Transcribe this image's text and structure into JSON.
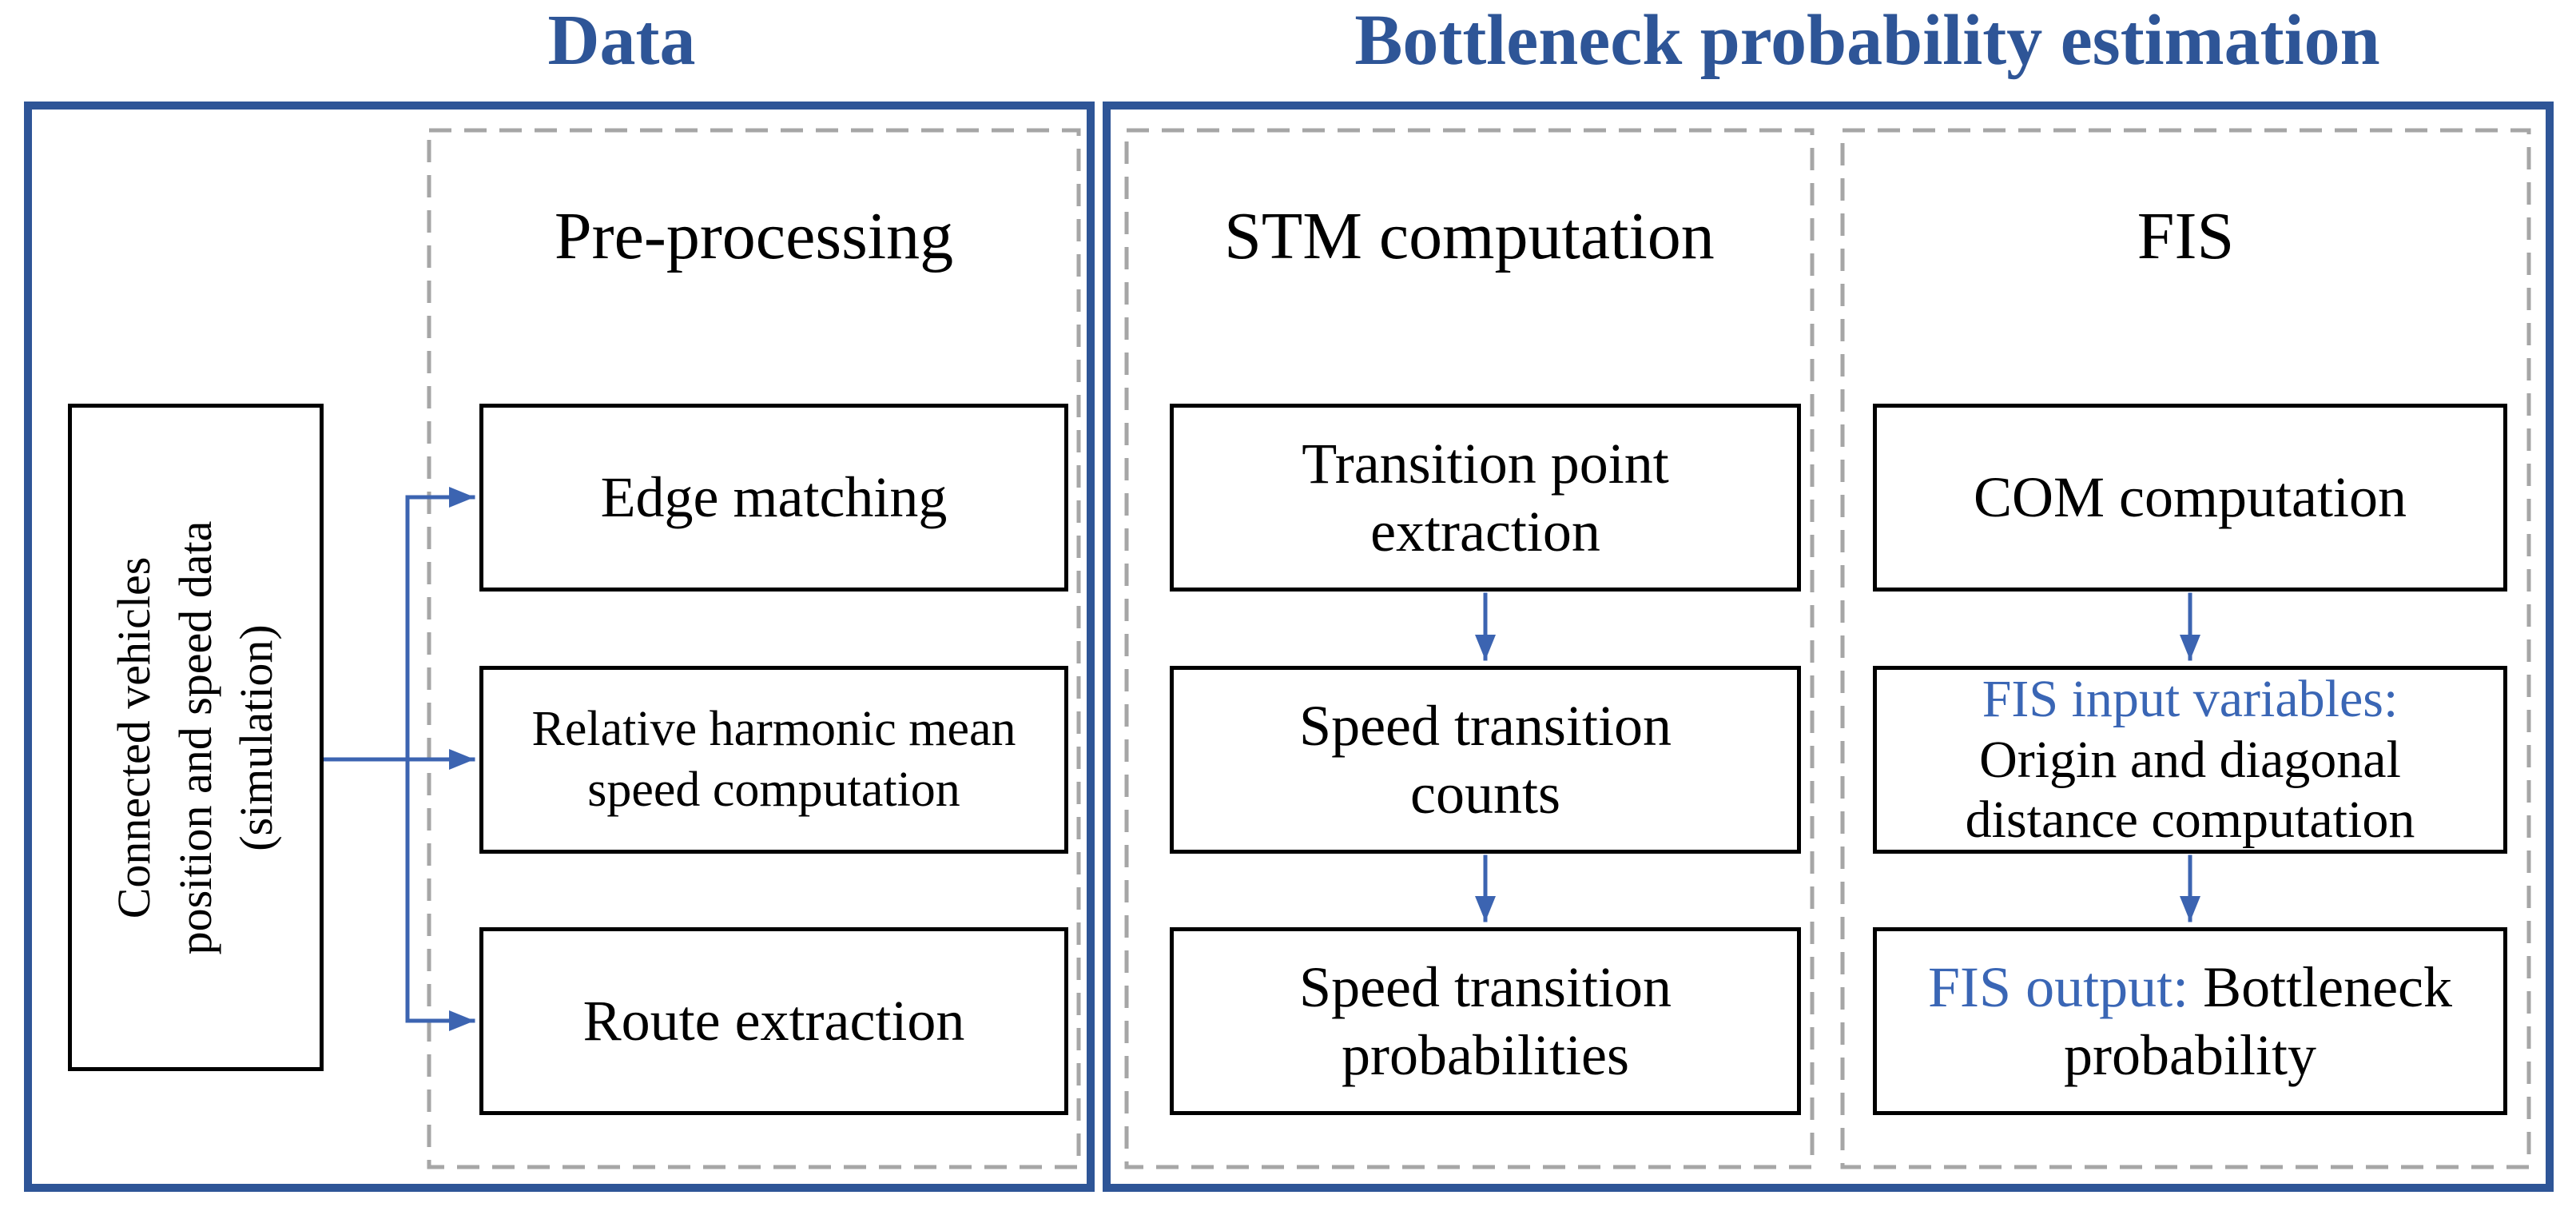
{
  "palette": {
    "header_blue": "#2e5597",
    "arrow_blue": "#3c64b1",
    "accent_text_blue": "#3a66b5",
    "dashed_gray": "#a6a6a6",
    "box_border_black": "#000000"
  },
  "headers": {
    "data": "Data",
    "bottleneck": "Bottleneck probability estimation"
  },
  "data_section": {
    "source": {
      "line1": "Connected vehicles",
      "line2": "position and speed data",
      "line3": "(simulation)"
    },
    "preprocessing": {
      "title": "Pre-processing",
      "edge_matching": "Edge matching",
      "relative_harmonic_line1": "Relative harmonic mean",
      "relative_harmonic_line2": "speed computation",
      "route_extraction": "Route extraction"
    }
  },
  "bottleneck_section": {
    "stm": {
      "title": "STM computation",
      "transition_line1": "Transition point",
      "transition_line2": "extraction",
      "counts_line1": "Speed transition",
      "counts_line2": "counts",
      "probabilities_line1": "Speed transition",
      "probabilities_line2": "probabilities"
    },
    "fis": {
      "title": "FIS",
      "com": "COM computation",
      "input_label": "FIS input variables:",
      "input_line2": "Origin and diagonal",
      "input_line3": "distance computation",
      "output_label": "FIS output:",
      "output_rest": "Bottleneck",
      "output_line2": "probability"
    }
  }
}
